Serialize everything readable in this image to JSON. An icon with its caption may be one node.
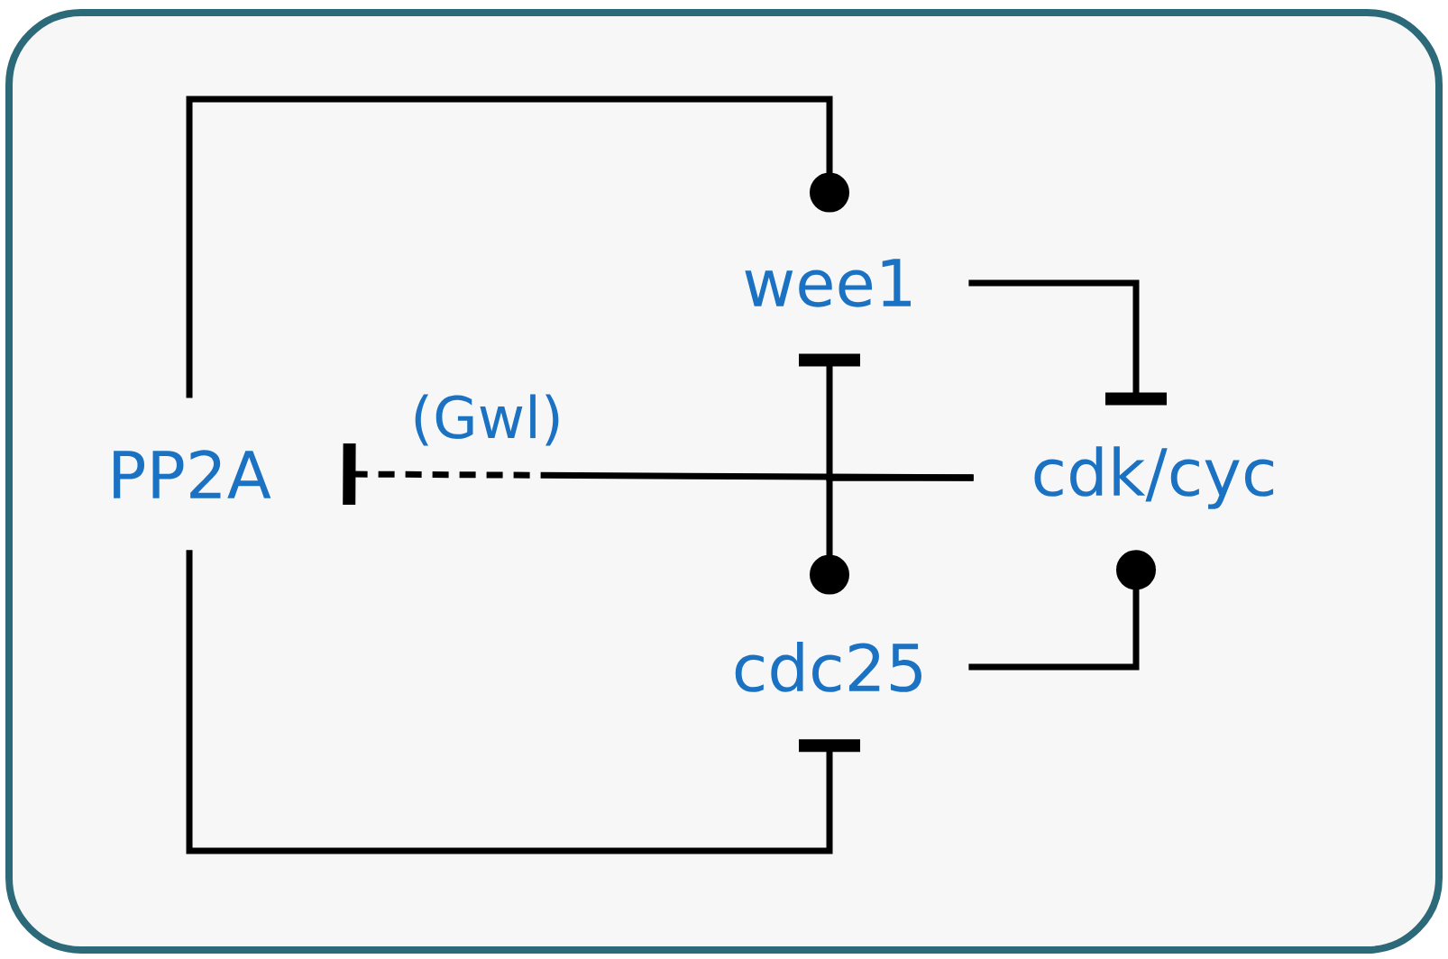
{
  "diagram": {
    "nodes": [
      {
        "text": [
          "PP2A"
        ]
      },
      {
        "text": [
          "wee1"
        ]
      },
      {
        "text": [
          "cdk/cyc"
        ]
      },
      {
        "text": [
          "cdc25"
        ]
      }
    ],
    "edges": [
      {
        "from": 0,
        "to": 1,
        "arrow": "other"
      },
      {
        "from": 0,
        "to": 3,
        "arrow": "other"
      },
      {
        "from": 1,
        "to": 2,
        "arrow": "other"
      },
      {
        "from": 3,
        "to": 2,
        "arrow": "other"
      },
      {
        "from": 2,
        "to": 1,
        "arrow": "other"
      },
      {
        "from": 2,
        "to": 3,
        "arrow": "other"
      },
      {
        "from": 2,
        "to": 0,
        "arrow": "other",
        "style": "dashed",
        "label": "(Gwl)"
      }
    ]
  }
}
